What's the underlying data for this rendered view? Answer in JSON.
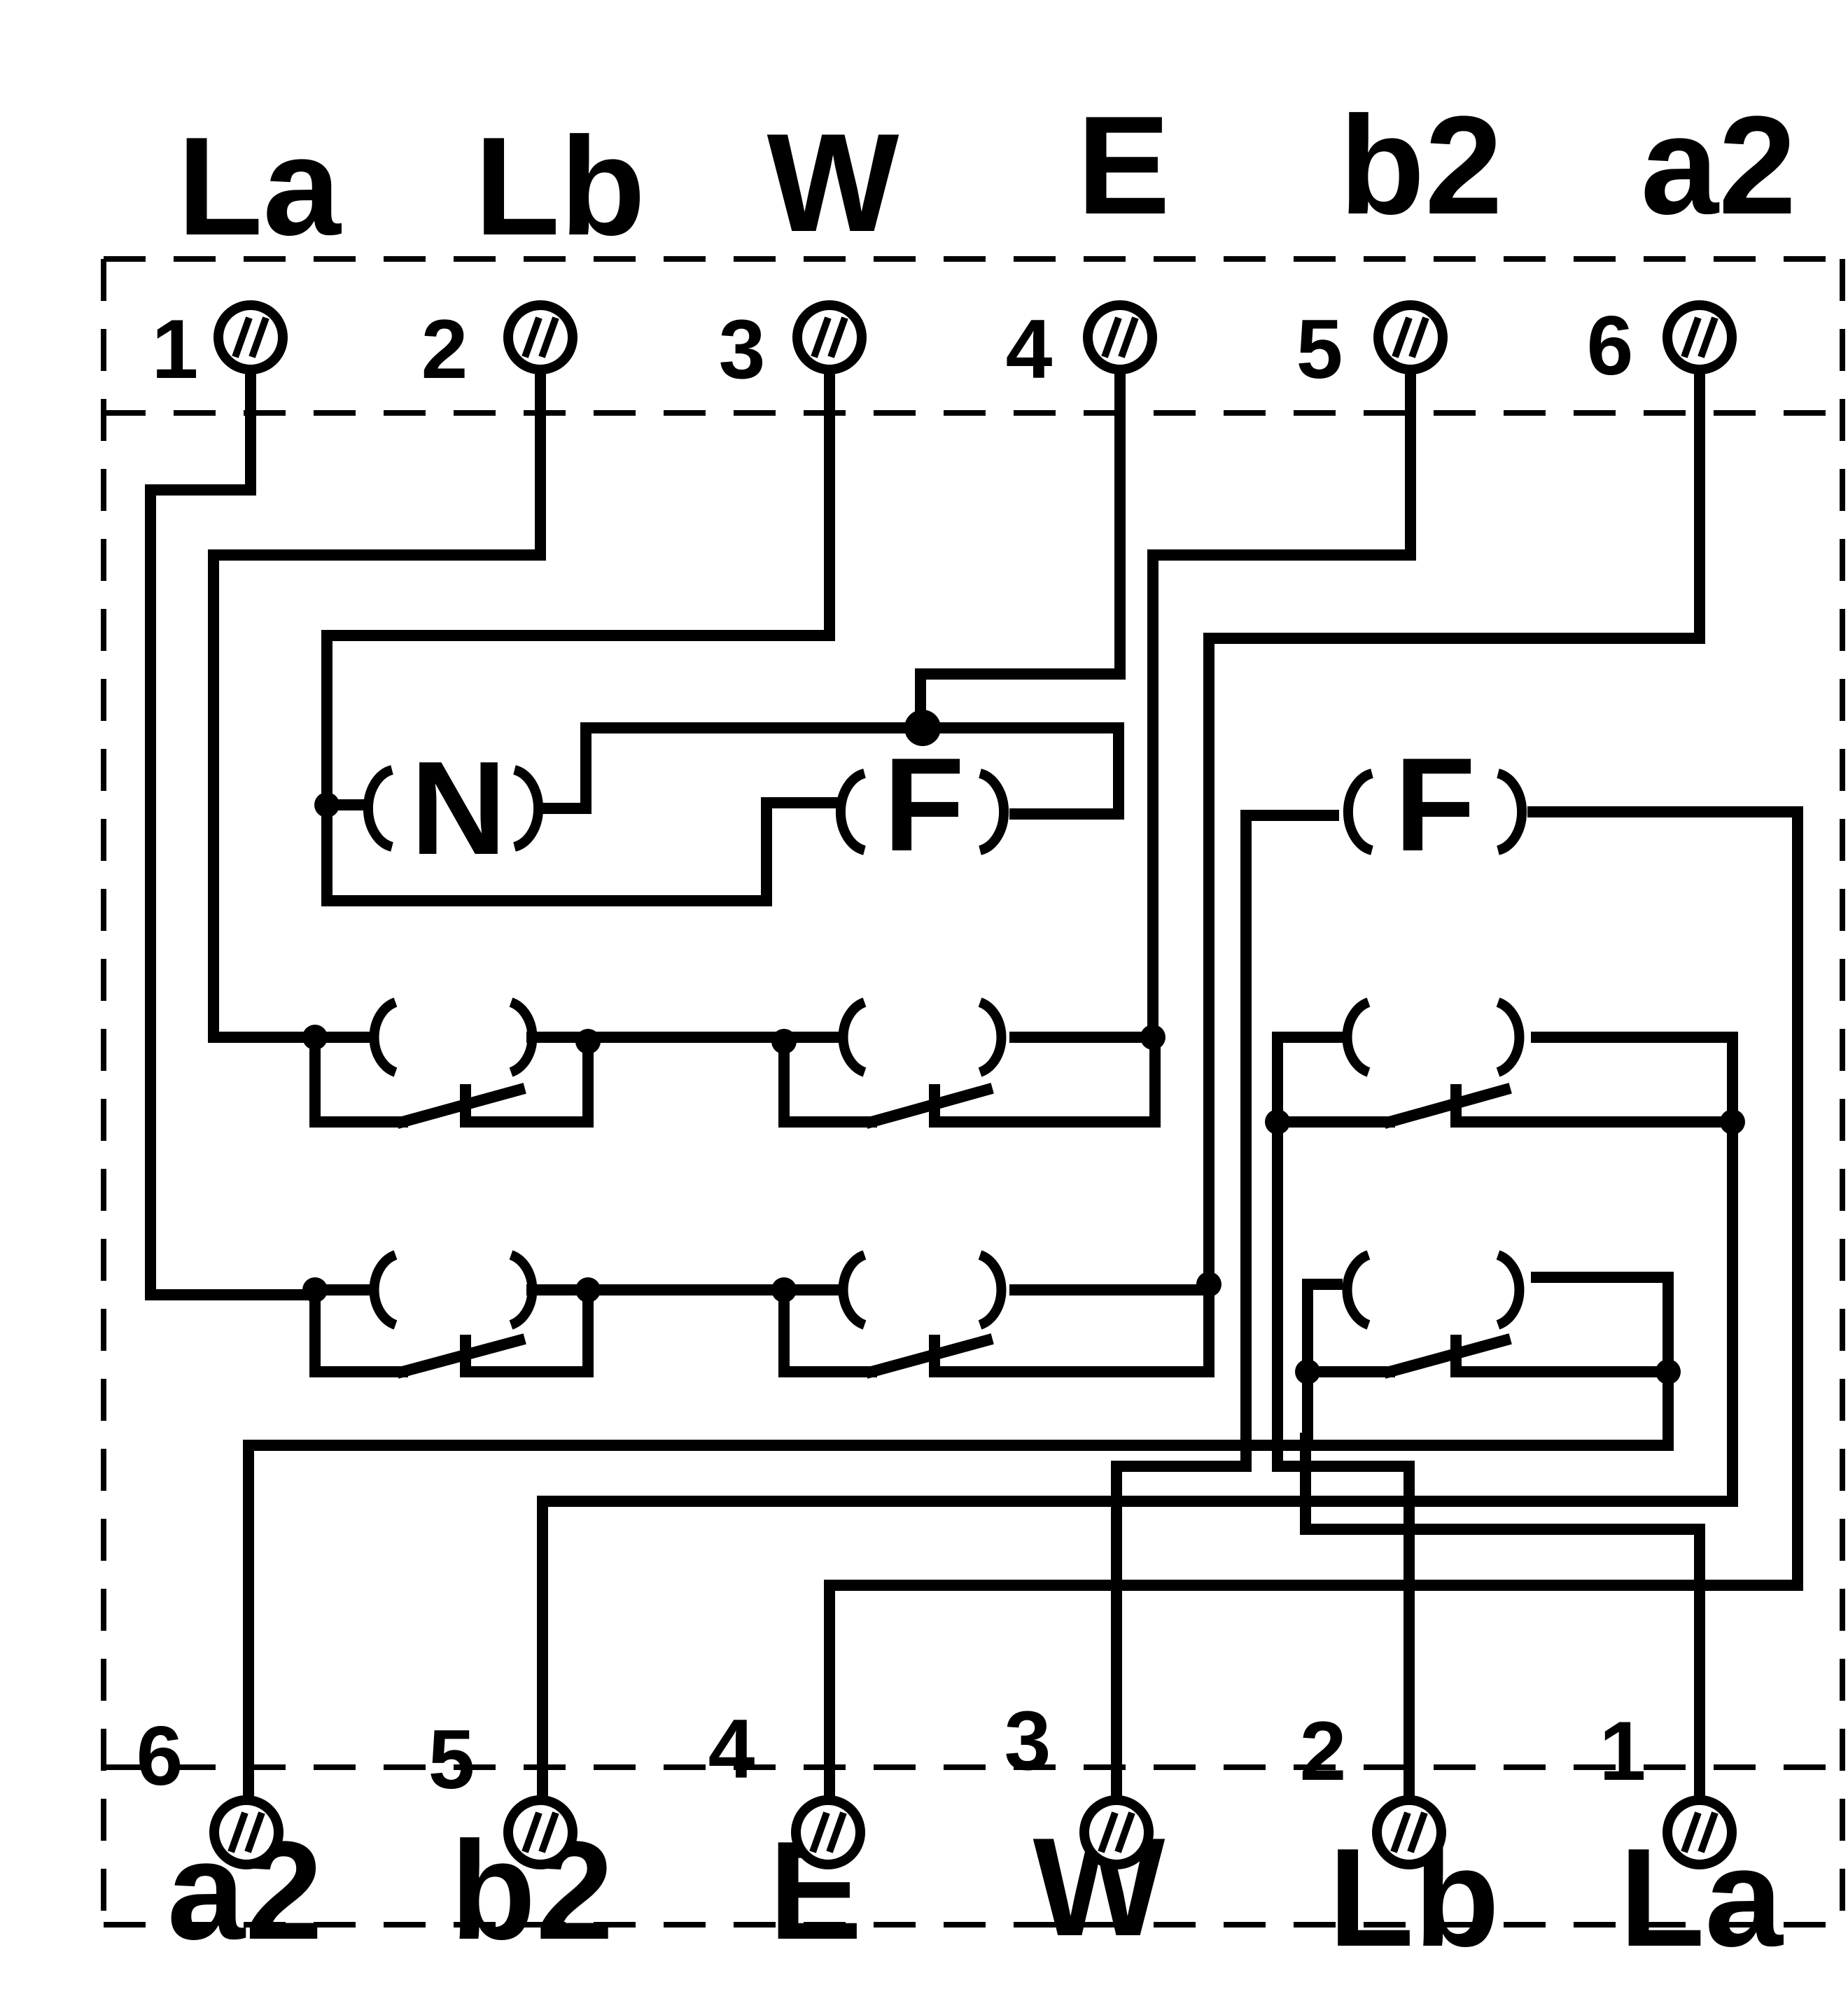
{
  "top_labels": [
    "La",
    "Lb",
    "W",
    "E",
    "b2",
    "a2"
  ],
  "top_numbers": [
    "1",
    "2",
    "3",
    "4",
    "5",
    "6"
  ],
  "bottom_labels": [
    "a2",
    "b2",
    "E",
    "W",
    "Lb",
    "La"
  ],
  "bottom_numbers": [
    "6",
    "5",
    "4",
    "3",
    "2",
    "1"
  ],
  "coils": {
    "coil_n": "N",
    "coil_f_left": "F",
    "coil_f_right": "F"
  },
  "colors": {
    "ink": "#000000",
    "background": "#ffffff"
  }
}
